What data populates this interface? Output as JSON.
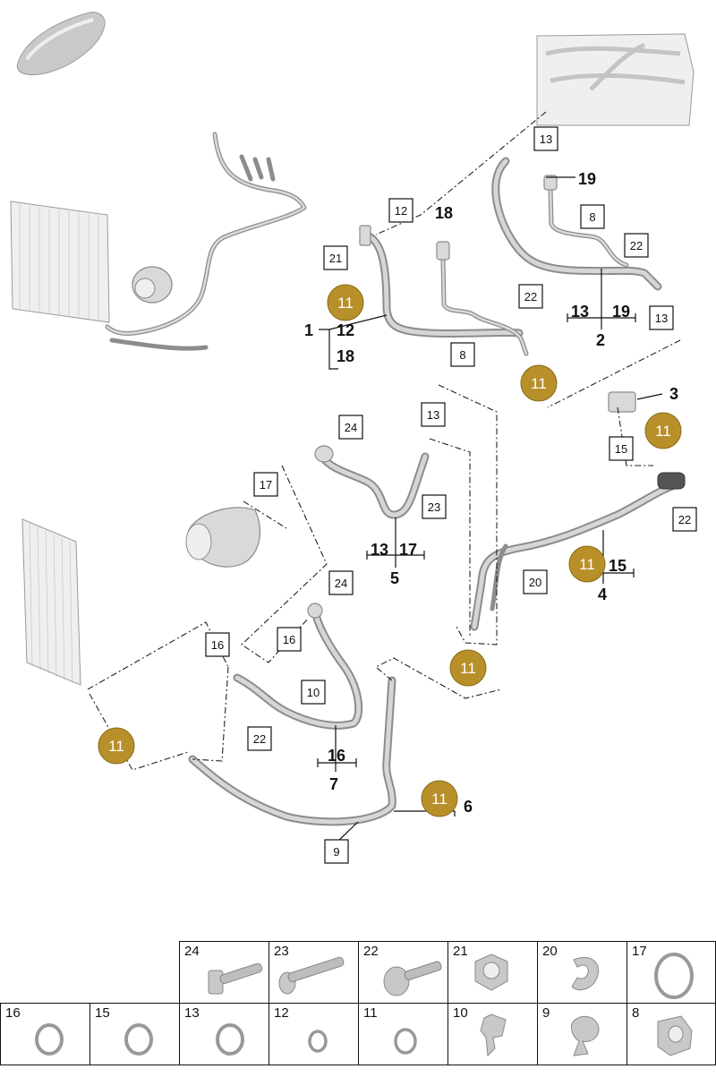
{
  "callout_labels": [
    {
      "id": "l1",
      "text": "1"
    },
    {
      "id": "l12",
      "text": "12"
    },
    {
      "id": "l18",
      "text": "18"
    },
    {
      "id": "l18b",
      "text": "18"
    },
    {
      "id": "l19",
      "text": "19"
    },
    {
      "id": "l13a",
      "text": "13"
    },
    {
      "id": "l19b",
      "text": "19"
    },
    {
      "id": "l2",
      "text": "2"
    },
    {
      "id": "l3",
      "text": "3"
    },
    {
      "id": "l13b",
      "text": "13"
    },
    {
      "id": "l17",
      "text": "17"
    },
    {
      "id": "l5",
      "text": "5"
    },
    {
      "id": "l15",
      "text": "15"
    },
    {
      "id": "l4",
      "text": "4"
    },
    {
      "id": "l16",
      "text": "16"
    },
    {
      "id": "l7",
      "text": "7"
    },
    {
      "id": "l6",
      "text": "6"
    }
  ],
  "boxed_refs": [
    {
      "id": "b13a",
      "text": "13"
    },
    {
      "id": "b12",
      "text": "12"
    },
    {
      "id": "b21",
      "text": "21"
    },
    {
      "id": "b8a",
      "text": "8"
    },
    {
      "id": "b22a",
      "text": "22"
    },
    {
      "id": "b22b",
      "text": "22"
    },
    {
      "id": "b8b",
      "text": "8"
    },
    {
      "id": "b13b",
      "text": "13"
    },
    {
      "id": "b24a",
      "text": "24"
    },
    {
      "id": "b13c",
      "text": "13"
    },
    {
      "id": "b17",
      "text": "17"
    },
    {
      "id": "b23",
      "text": "23"
    },
    {
      "id": "b15",
      "text": "15"
    },
    {
      "id": "b22c",
      "text": "22"
    },
    {
      "id": "b20",
      "text": "20"
    },
    {
      "id": "b24b",
      "text": "24"
    },
    {
      "id": "b16a",
      "text": "16"
    },
    {
      "id": "b16b",
      "text": "16"
    },
    {
      "id": "b10",
      "text": "10"
    },
    {
      "id": "b22d",
      "text": "22"
    },
    {
      "id": "b9",
      "text": "9"
    }
  ],
  "badges": [
    {
      "id": "g1",
      "text": "11"
    },
    {
      "id": "g2",
      "text": "11"
    },
    {
      "id": "g3",
      "text": "11"
    },
    {
      "id": "g4",
      "text": "11"
    },
    {
      "id": "g5",
      "text": "11"
    },
    {
      "id": "g6",
      "text": "11"
    },
    {
      "id": "g7",
      "text": "11"
    }
  ],
  "parts_table": {
    "top_row": [
      {
        "num": "24",
        "icon": "bolt-flange-icon"
      },
      {
        "num": "23",
        "icon": "bolt-icon"
      },
      {
        "num": "22",
        "icon": "bolt-round-head-icon"
      },
      {
        "num": "21",
        "icon": "hex-nut-icon"
      },
      {
        "num": "20",
        "icon": "pipe-clip-icon"
      },
      {
        "num": "17",
        "icon": "large-o-ring-icon"
      }
    ],
    "bottom_row": [
      {
        "num": "16",
        "icon": "o-ring-icon"
      },
      {
        "num": "15",
        "icon": "o-ring-icon"
      },
      {
        "num": "13",
        "icon": "o-ring-icon"
      },
      {
        "num": "12",
        "icon": "small-o-ring-icon"
      },
      {
        "num": "11",
        "icon": "o-ring-icon"
      },
      {
        "num": "10",
        "icon": "holder-clip-icon"
      },
      {
        "num": "9",
        "icon": "holder-clip-icon"
      },
      {
        "num": "8",
        "icon": "bracket-clip-icon"
      }
    ]
  },
  "colors": {
    "badge": "#b8902a",
    "pipe": "#8c8c8c",
    "line": "#111111"
  }
}
